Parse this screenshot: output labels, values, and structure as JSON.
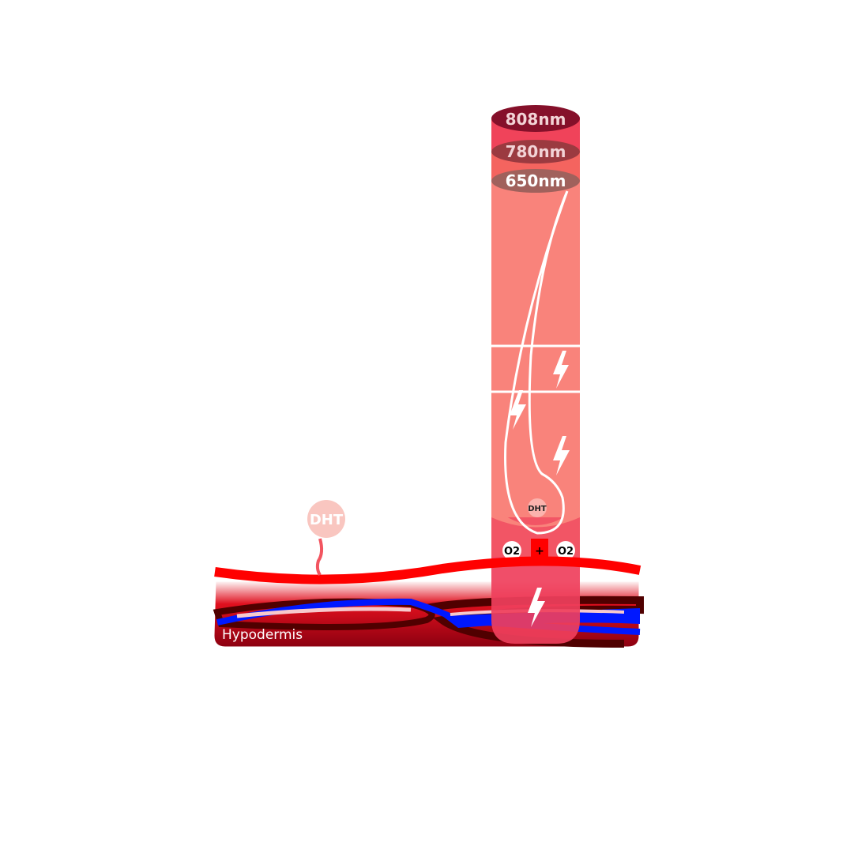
{
  "wavelengths": [
    "808nm",
    "780nm",
    "650nm"
  ],
  "labels": {
    "dht_free": "DHT",
    "dht_follicle": "DHT",
    "o2_left": "O2",
    "o2_right": "O2",
    "plus": "+",
    "layer": "Hypodermis"
  },
  "colors": {
    "beam_main": "#f9837b",
    "beam_top": "#f0435a",
    "beam_bottom": "#ef3f5c",
    "band_808": "#85102a",
    "band_780": "#9b3a40",
    "band_650": "#a0615c",
    "blood_line": "#ff0000",
    "vein": "#0018ff",
    "dark_vessel": "#500000",
    "dht_circle": "#f9c6c0"
  }
}
